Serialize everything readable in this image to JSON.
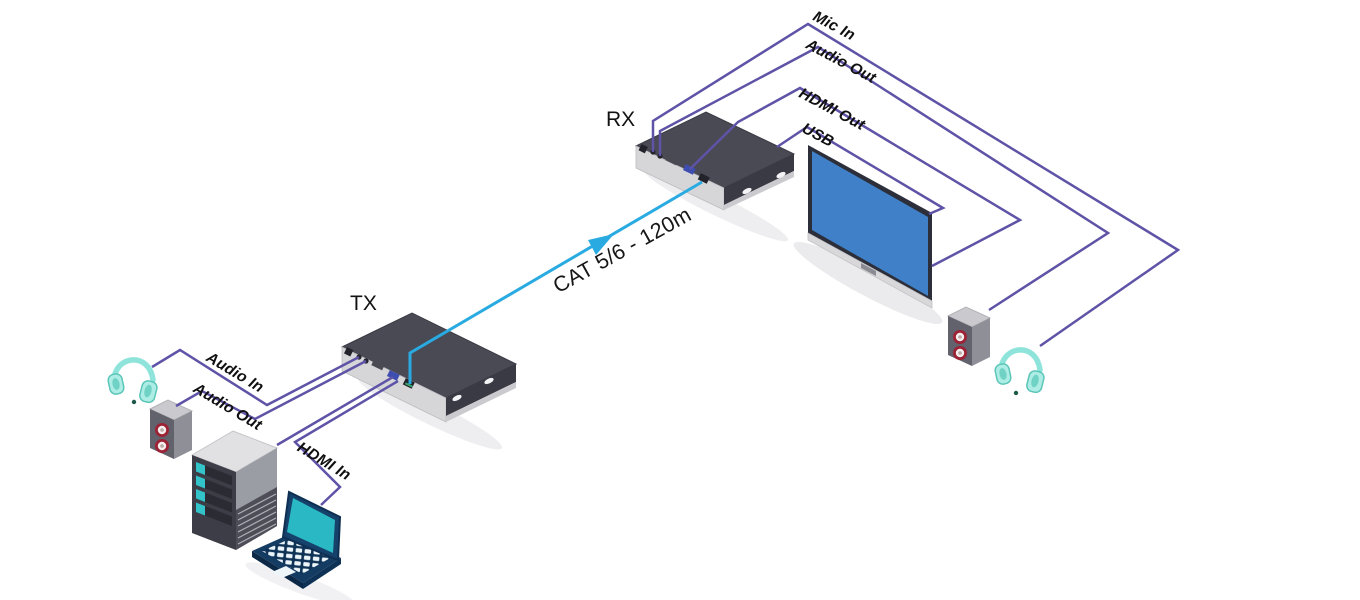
{
  "labels": {
    "tx": "TX",
    "rx": "RX",
    "link": "CAT 5/6 - 120m",
    "tx_side": {
      "audio_in": "Audio In",
      "audio_out": "Audio Out",
      "hdmi_in": "HDMI In"
    },
    "rx_side": {
      "mic_in": "Mic In",
      "audio_out": "Audio Out",
      "hdmi_out": "HDMI Out",
      "usb": "USB"
    }
  },
  "colors": {
    "cable_purple": "#5e53a6",
    "link_cyan": "#29abe2",
    "text": "#121212",
    "device_top": "#4a4a55",
    "device_face_light": "#d6d6d9",
    "monitor_screen_blue": "#3f80c8",
    "laptop_screen_teal": "#2ab8c5",
    "headphones_teal": "#8ee4da",
    "speaker_ring_red": "#9c2236"
  }
}
